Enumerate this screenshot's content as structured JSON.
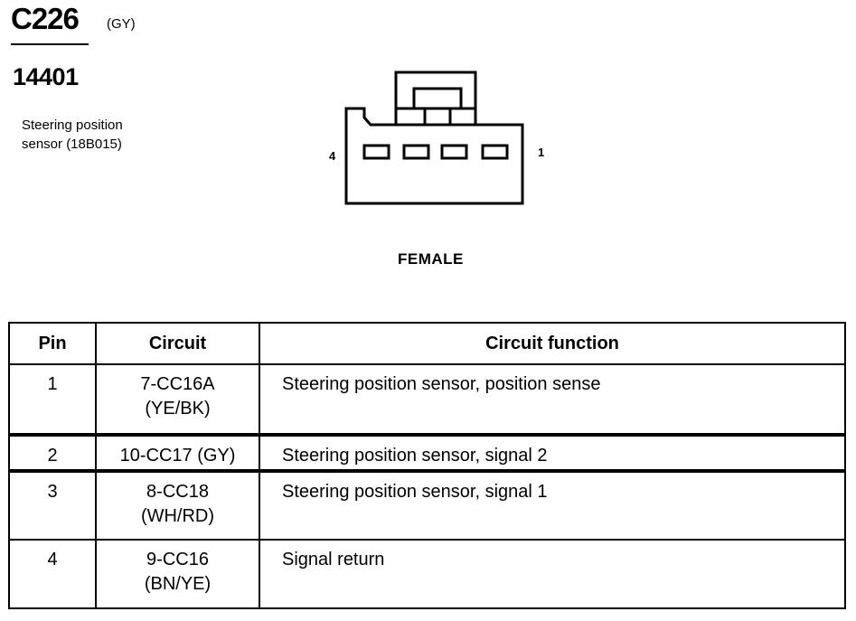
{
  "connector": {
    "id": "C226",
    "color": "(GY)",
    "part_number": "14401",
    "description_line1": "Steering position",
    "description_line2": "sensor (18B015)"
  },
  "diagram": {
    "left_pin_label": "4",
    "right_pin_label": "1",
    "gender": "FEMALE"
  },
  "table": {
    "headers": [
      "Pin",
      "Circuit",
      "Circuit function"
    ],
    "rows": [
      {
        "pin": "1",
        "circuit_line1": "7-CC16A",
        "circuit_line2": "(YE/BK)",
        "function": "Steering position sensor, position sense"
      },
      {
        "pin": "2",
        "circuit_line1": "10-CC17 (GY)",
        "circuit_line2": "",
        "function": "Steering position sensor, signal 2"
      },
      {
        "pin": "3",
        "circuit_line1": "8-CC18",
        "circuit_line2": "(WH/RD)",
        "function": "Steering position sensor, signal 1"
      },
      {
        "pin": "4",
        "circuit_line1": "9-CC16",
        "circuit_line2": "(BN/YE)",
        "function": "Signal return"
      }
    ]
  }
}
